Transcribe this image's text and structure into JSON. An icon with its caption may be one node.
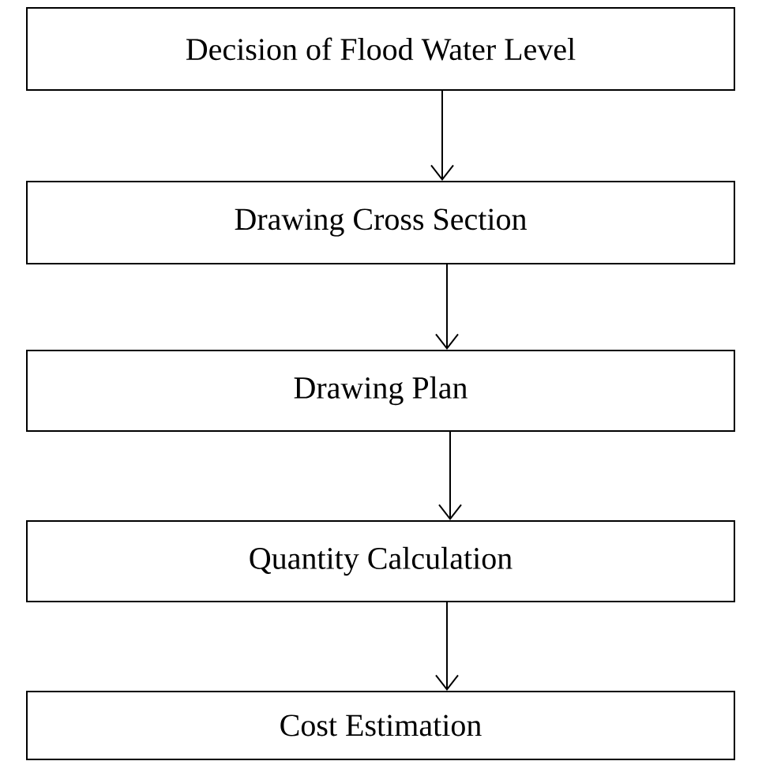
{
  "diagram": {
    "nodes": [
      {
        "text": [
          "Decision of Flood Water Level"
        ]
      },
      {
        "text": [
          "Drawing Cross Section"
        ]
      },
      {
        "text": [
          "Drawing Plan"
        ]
      },
      {
        "text": [
          "Quantity Calculation"
        ]
      },
      {
        "text": [
          "Cost Estimation"
        ]
      }
    ],
    "edges": [
      {
        "from": 0,
        "to": 1,
        "arrow": "to"
      },
      {
        "from": 1,
        "to": 2,
        "arrow": "to"
      },
      {
        "from": 2,
        "to": 3,
        "arrow": "to"
      },
      {
        "from": 3,
        "to": 4,
        "arrow": "to"
      }
    ]
  }
}
